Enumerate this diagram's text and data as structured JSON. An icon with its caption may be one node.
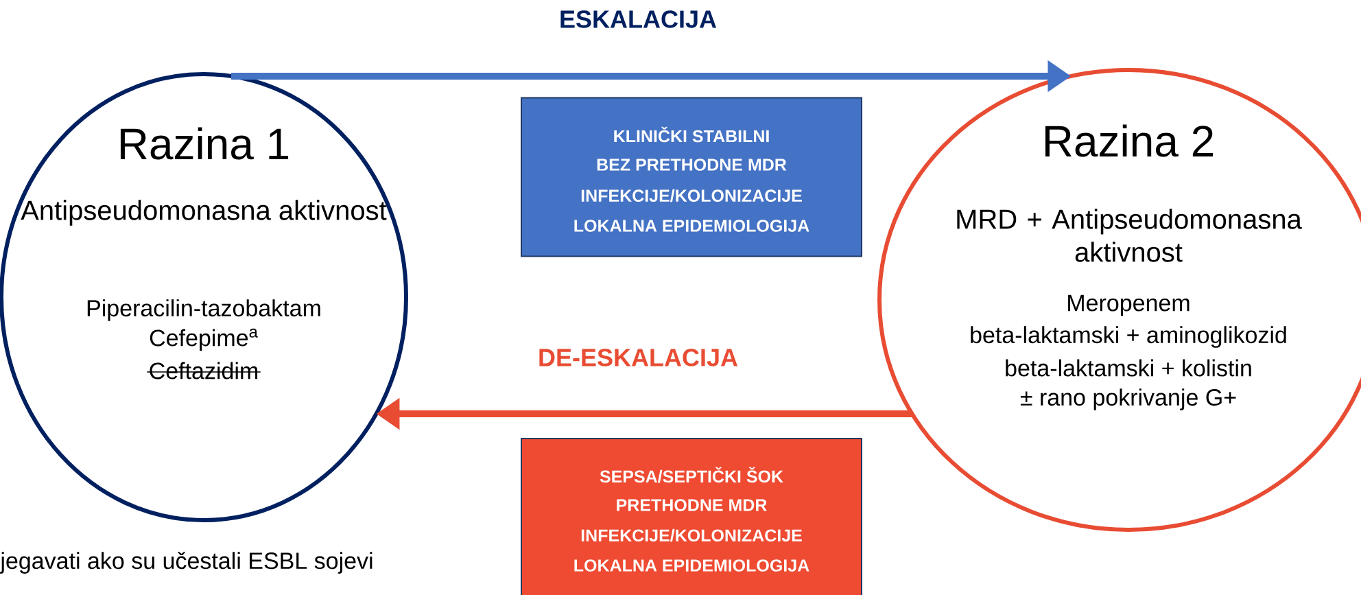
{
  "diagram": {
    "nodes": [
      {
        "text": [
          "Razina 1",
          "Antipseudomonasna aktivnost",
          "Piperacilin-tazobaktam",
          "Cefepime$^{a}$",
          "Ceftazidim"
        ]
      },
      {
        "text": [
          "Razina 2",
          "MRD + Antipseudomonasna aktivnost",
          "Meropenem",
          "beta-laktamski + aminoglikozid",
          "beta-laktamski + kolistin",
          "± rano pokrivanje G+"
        ]
      },
      {
        "text": [
          "KLINIČKI STABILNI",
          "BEZ PRETHODNE MDR",
          "INFEKCIJE/KOLONIZACIJE",
          "LOKALNA EPIDEMIOLOGIJA"
        ]
      },
      {
        "text": [
          "SEPSA/SEPTIČKI ŠOK",
          "PRETHODNE MDR",
          "INFEKCIJE/KOLONIZACIJE",
          "LOKALNA EPIDEMIOLOGIJA"
        ]
      }
    ],
    "edges": [
      {
        "from": 0,
        "to": 1,
        "arrow": "to",
        "label": "ESKALACIJA",
        "color": "#4472c4"
      },
      {
        "from": 1,
        "to": 0,
        "arrow": "to",
        "label": "DE-ESKALACIJA",
        "color": "#e84c33"
      }
    ],
    "labels": [
      "jegavati ako su učestali ESBL sojevi"
    ]
  }
}
